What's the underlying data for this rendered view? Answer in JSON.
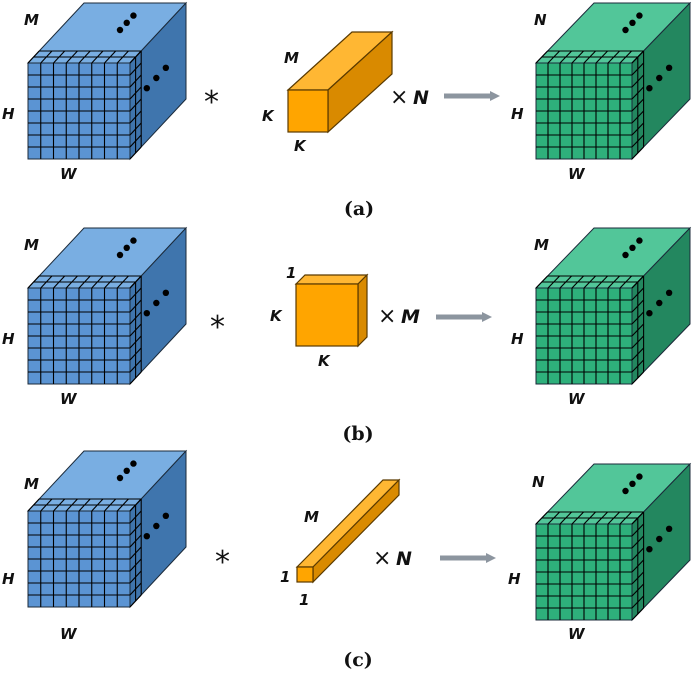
{
  "colors": {
    "input_front": "#5b94d3",
    "input_top": "#79aee2",
    "input_side": "#3f75ad",
    "output_front": "#2eb07b",
    "output_top": "#52c699",
    "output_side": "#23875f",
    "kernel_front": "#ffa500",
    "kernel_top": "#ffb733",
    "kernel_side": "#d98a00",
    "arrow": "#8c959f"
  },
  "operator": "*",
  "rows": [
    {
      "caption": "(a)",
      "input": {
        "depth_label": "M",
        "height_label": "H",
        "width_label": "W"
      },
      "kernel": {
        "depth_label": "M",
        "height_label": "K",
        "width_label": "K"
      },
      "multiplier": {
        "symbol": "×",
        "count": "N"
      },
      "output": {
        "depth_label": "N",
        "height_label": "H",
        "width_label": "W"
      }
    },
    {
      "caption": "(b)",
      "input": {
        "depth_label": "M",
        "height_label": "H",
        "width_label": "W"
      },
      "kernel": {
        "depth_label": "1",
        "height_label": "K",
        "width_label": "K"
      },
      "multiplier": {
        "symbol": "×",
        "count": "M"
      },
      "output": {
        "depth_label": "M",
        "height_label": "H",
        "width_label": "W"
      }
    },
    {
      "caption": "(c)",
      "input": {
        "depth_label": "M",
        "height_label": "H",
        "width_label": "W"
      },
      "kernel": {
        "depth_label": "M",
        "height_label": "1",
        "width_label": "1"
      },
      "multiplier": {
        "symbol": "×",
        "count": "N"
      },
      "output": {
        "depth_label": "N",
        "height_label": "H",
        "width_label": "W"
      }
    }
  ]
}
